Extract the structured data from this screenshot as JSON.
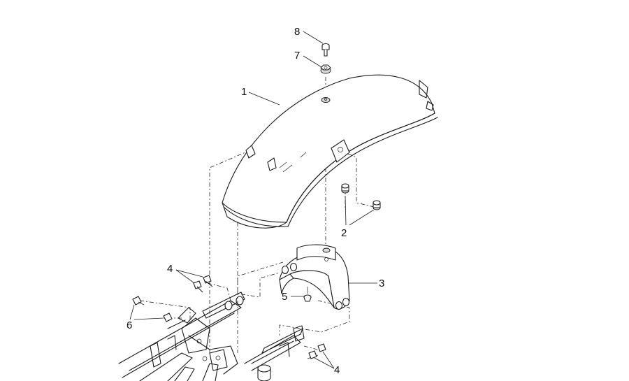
{
  "callouts": {
    "c1": "1",
    "c2": "2",
    "c3": "3",
    "c4a": "4",
    "c4b": "4",
    "c5": "5",
    "c6": "6",
    "c7": "7",
    "c8": "8"
  }
}
